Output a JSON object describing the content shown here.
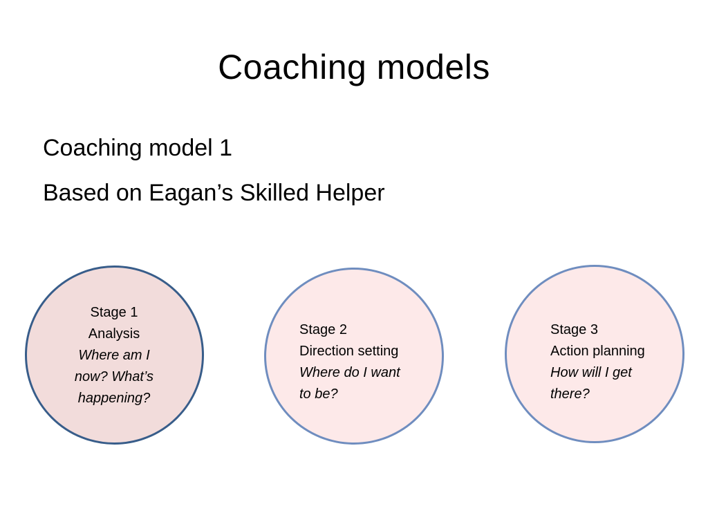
{
  "slide": {
    "title": "Coaching models",
    "subtitle_lines": [
      "Coaching model 1",
      "Based on Eagan’s Skilled Helper"
    ]
  },
  "stages": [
    {
      "stage": "Stage 1",
      "name": "Analysis",
      "question_lines": [
        "Where am I",
        "now? What’s",
        "happening?"
      ]
    },
    {
      "stage": "Stage 2",
      "name": "Direction setting",
      "question_lines": [
        "Where do I want",
        "to be?"
      ]
    },
    {
      "stage": "Stage 3",
      "name": "Action planning",
      "question_lines": [
        "How will I get",
        "there?"
      ]
    }
  ],
  "colors": {
    "stage1_fill": "#f2dcdb",
    "stage1_border": "#385d8a",
    "stage_fill": "#fde9e9",
    "stage_border": "#6f8dbf"
  }
}
